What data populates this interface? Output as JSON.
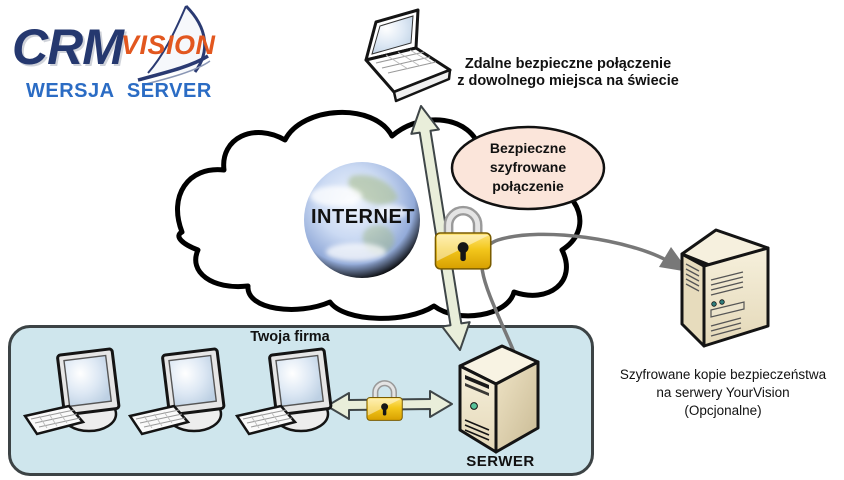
{
  "logo": {
    "crm": "CRM",
    "vision": "VISION",
    "subtitle": "WERSJA SERVER"
  },
  "remote": {
    "line1": "Zdalne bezpieczne połączenie",
    "line2": "z dowolnego miejsca na świecie"
  },
  "internet": {
    "label": "INTERNET"
  },
  "callout": {
    "line1": "Bezpieczne",
    "line2": "szyfrowane",
    "line3": "połączenie"
  },
  "company": {
    "label": "Twoja firma",
    "server_label": "SERWER",
    "workstation_count": 3
  },
  "backup": {
    "line1": "Szyfrowane kopie bezpieczeństwa",
    "line2": "na serwery YourVision",
    "line3": "(Opcjonalne)"
  },
  "icons": {
    "laptop": "laptop-icon",
    "globe": "internet-globe-icon",
    "padlock_main": "padlock-icon",
    "padlock_lan": "padlock-icon",
    "workstation": "desktop-computer-icon",
    "company_server": "server-tower-icon",
    "backup_server": "backup-server-tower-icon",
    "remote_arrow": "double-arrow-vertical",
    "lan_arrow": "double-arrow-horizontal",
    "backup_arrow": "curved-arrow-right"
  },
  "colors": {
    "logo_navy": "#25386f",
    "logo_orange": "#e2571f",
    "logo_blue": "#2b6cc4",
    "callout_fill": "#fbe5da",
    "company_box_fill": "#cfe6ed",
    "arrow_fill": "#e9eeda",
    "padlock_gold": "#f3c71c",
    "backup_arrow_gray": "#787878",
    "cloud_outline": "#000000"
  }
}
